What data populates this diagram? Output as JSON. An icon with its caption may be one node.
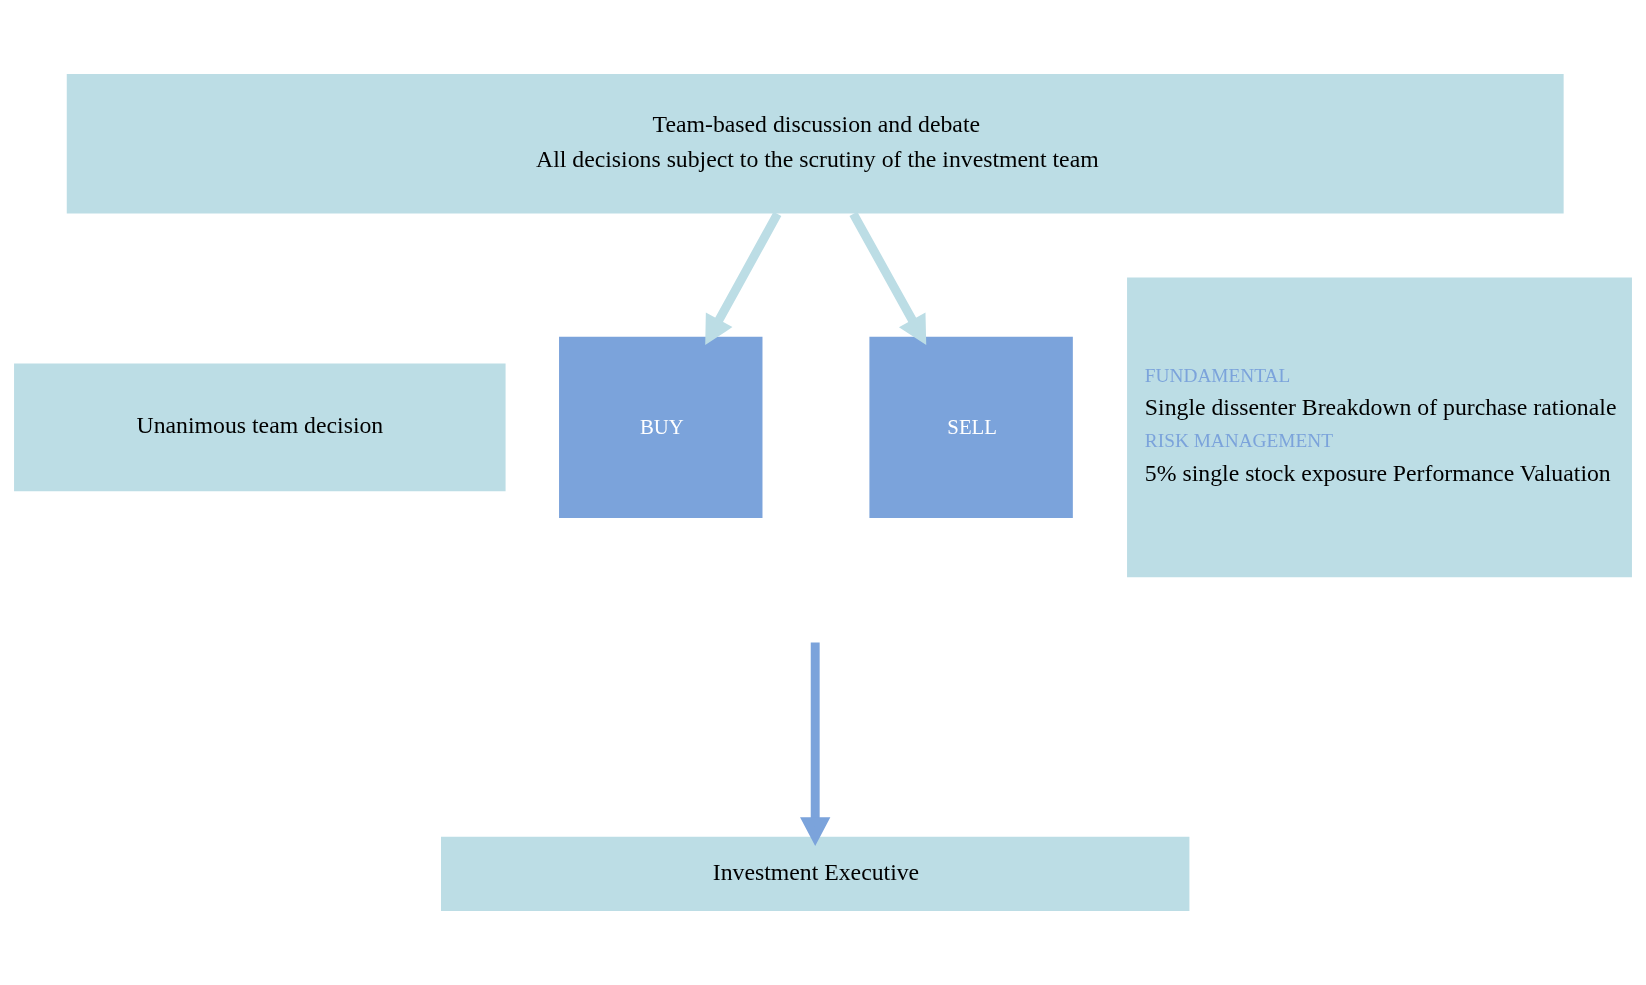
{
  "diagram": {
    "nodes": [
      {
        "text": [
          "Team-based discussion and debate",
          "All decisions subject to the scrutiny of the investment team"
        ]
      },
      {
        "text": [
          "Unanimous team decision"
        ]
      },
      {
        "text": [
          "BUY"
        ]
      },
      {
        "text": [
          "SELL"
        ]
      },
      {
        "text": [
          "FUNDAMENTAL",
          "Single dissenter Breakdown of purchase rationale",
          "RISK MANAGEMENT",
          "5% single stock exposure Performance Valuation"
        ]
      },
      {
        "text": [
          "Investment Executive"
        ]
      }
    ],
    "edges": [
      {
        "from": 0,
        "to": 2,
        "arrow": "to"
      },
      {
        "from": 0,
        "to": 3,
        "arrow": "to"
      },
      {
        "from": null,
        "to": 5,
        "arrow": "to",
        "color": "#7ba3db"
      }
    ]
  }
}
